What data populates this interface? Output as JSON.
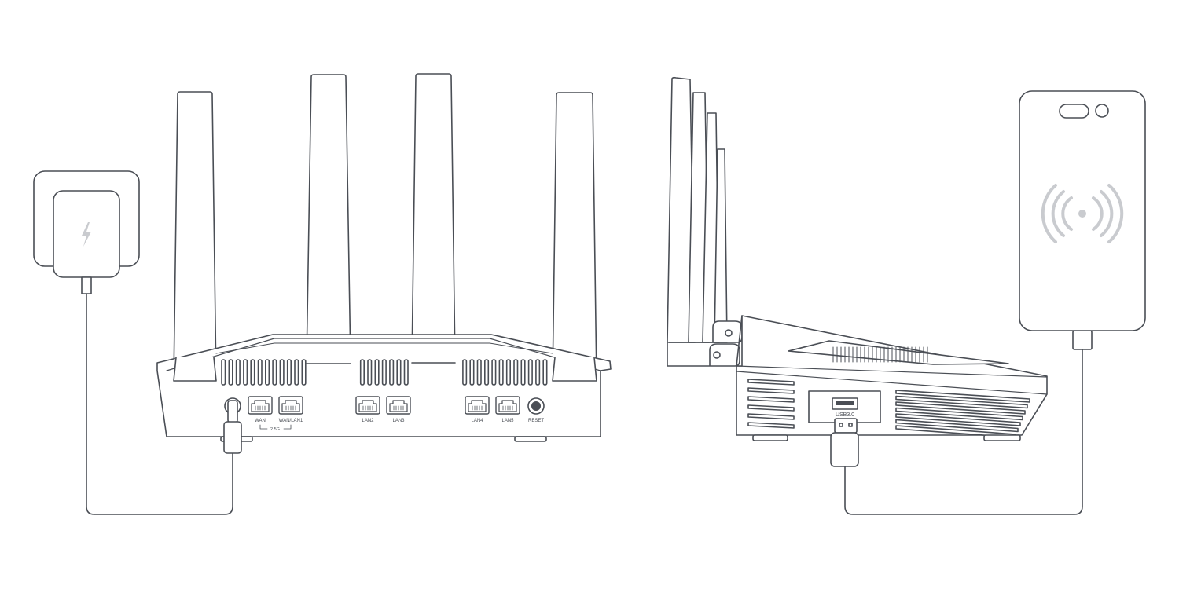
{
  "colors": {
    "line": "#4a4e55",
    "fill": "#ffffff",
    "icon": "#c9cbcf"
  },
  "ports": {
    "wan": "WAN",
    "wan_lan1": "WAN/LAN1",
    "speed": "2.5G",
    "lan2": "LAN2",
    "lan3": "LAN3",
    "lan4": "LAN4",
    "lan5": "LAN5",
    "reset": "RESET"
  },
  "usb": {
    "label": "USB3.0"
  },
  "icons": {
    "charger": "lightning-bolt-icon",
    "phone": "wireless-signal-icon"
  }
}
